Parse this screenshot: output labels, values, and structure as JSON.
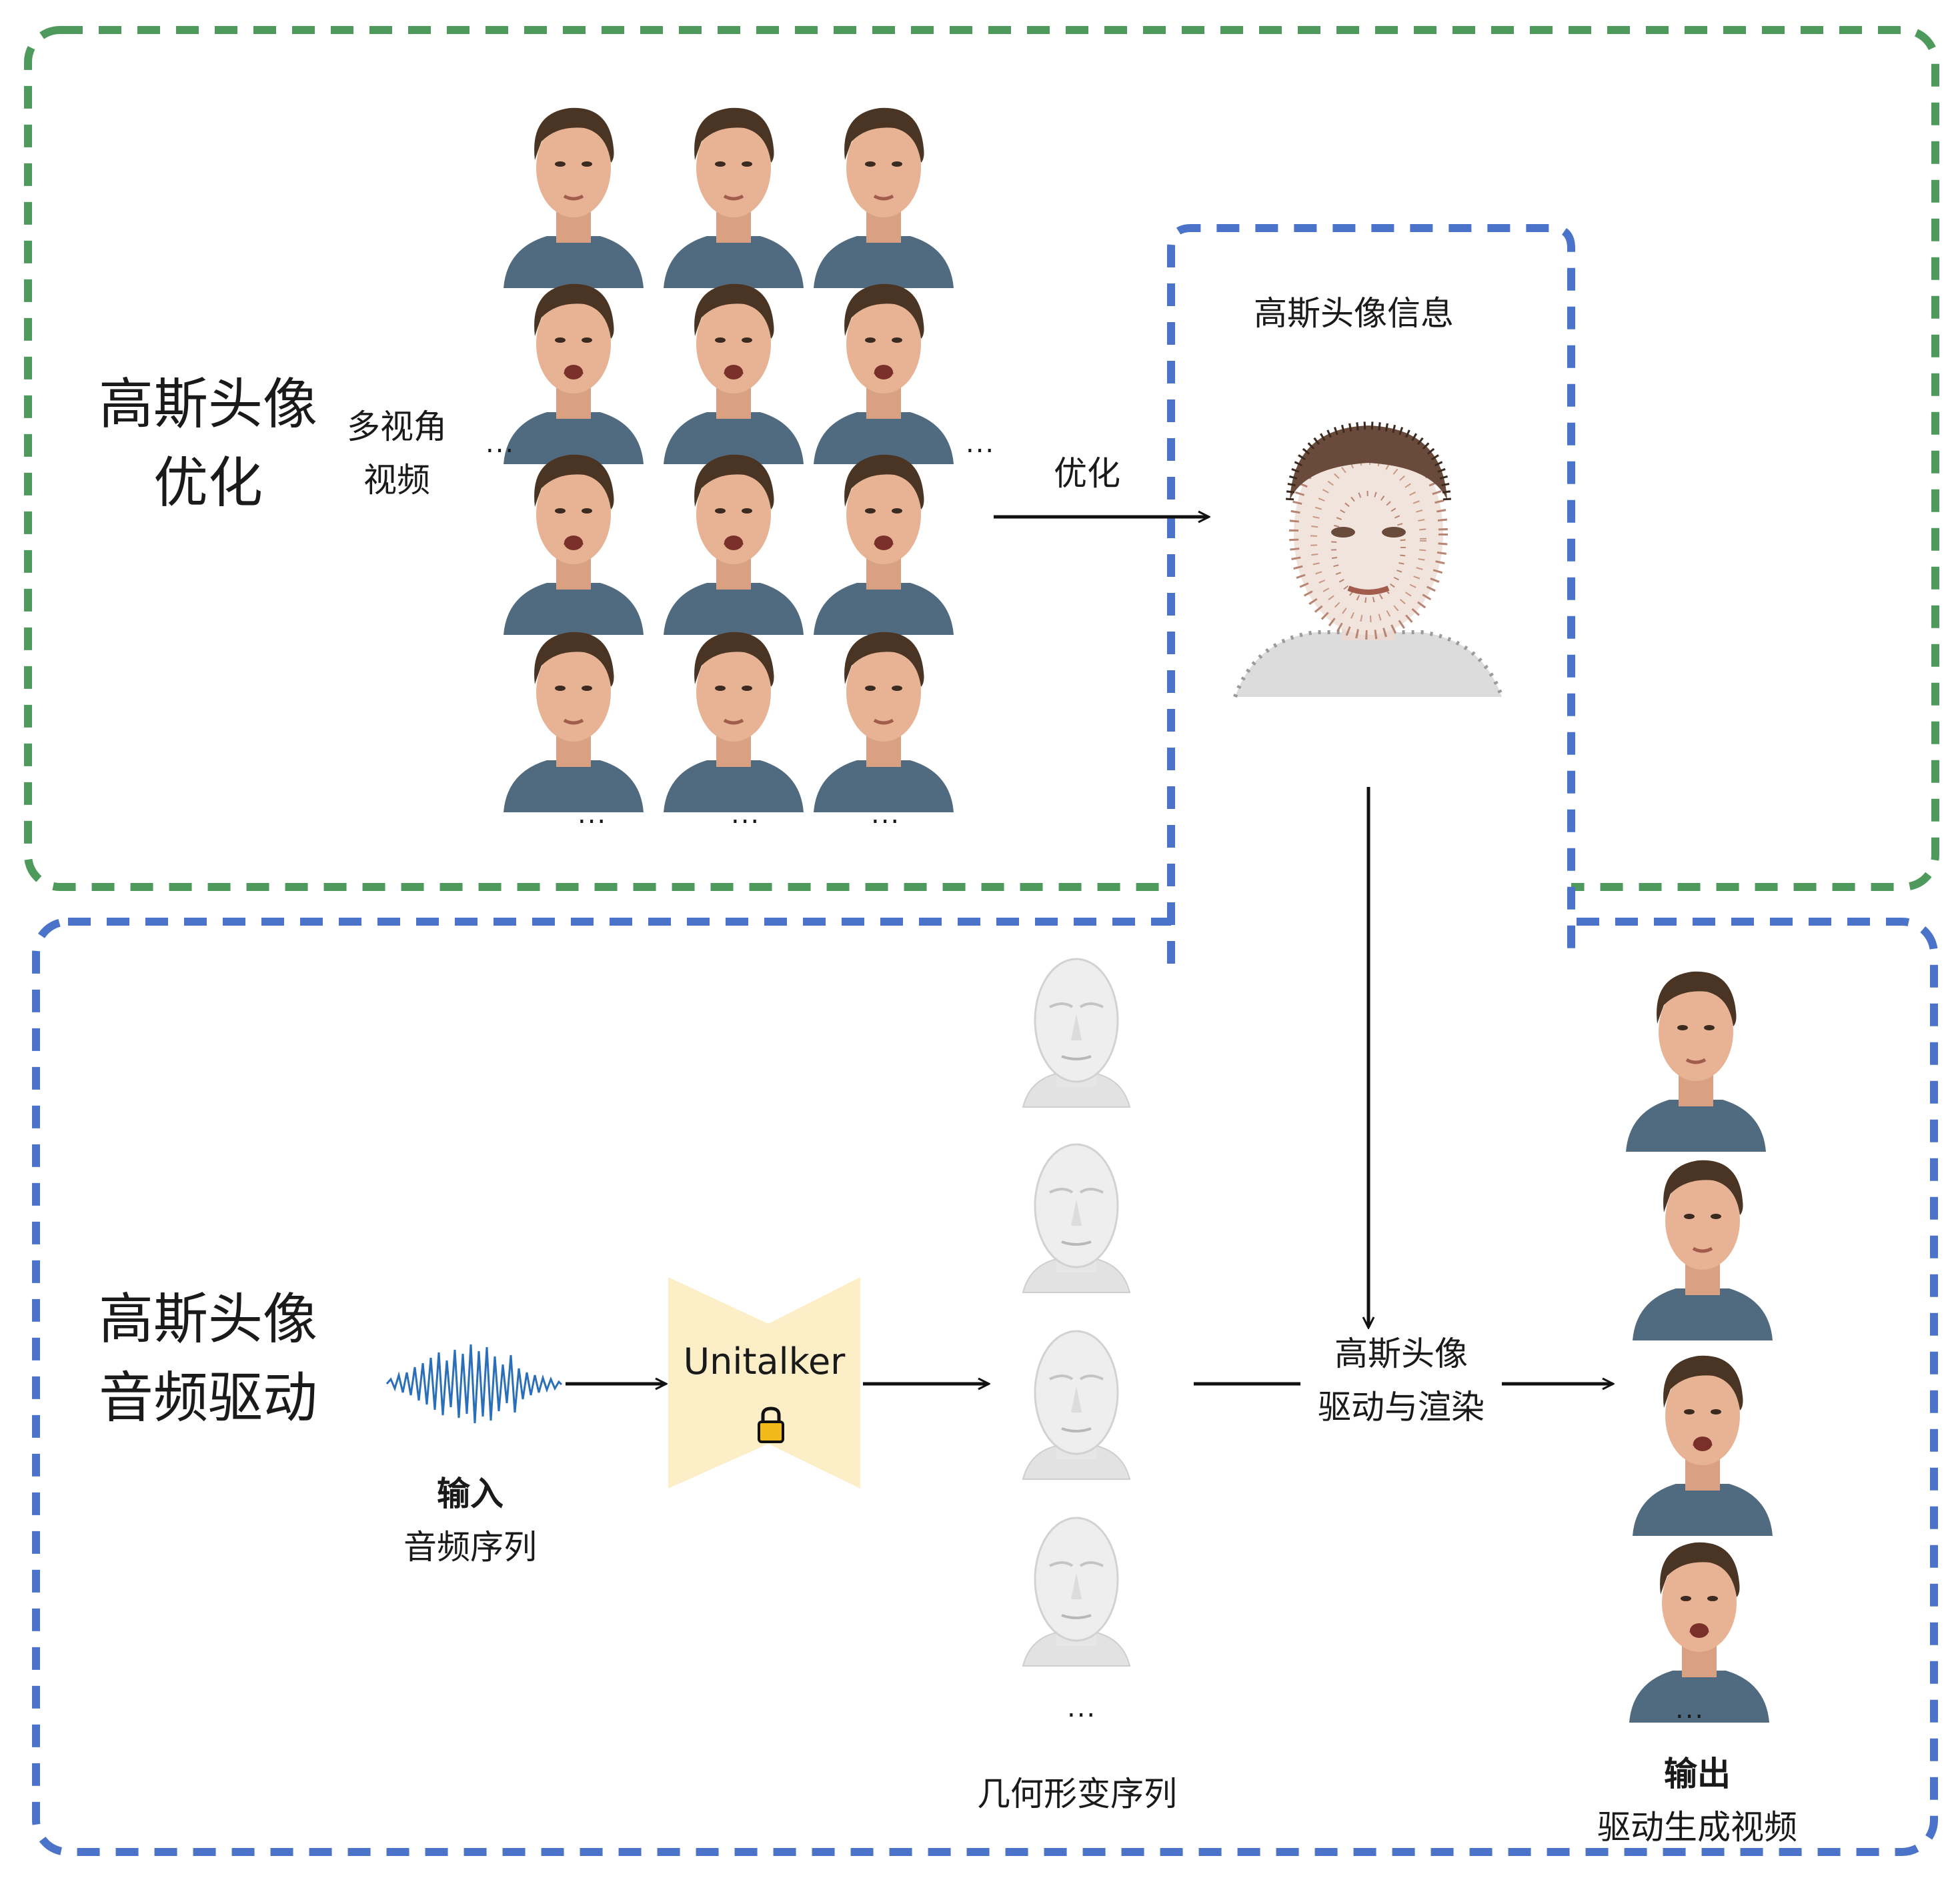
{
  "colors": {
    "green_frame": "#4e9a5c",
    "blue_frame": "#4a73c9",
    "unitalker_fill": "#fcefc8",
    "lock": "#f2b91a",
    "wave": "#2a6fb8",
    "shirt": "#506a80",
    "hair": "#4a3524",
    "skin": "#e7b394",
    "mesh": "#e6e6e6"
  },
  "top_section": {
    "title_line1": "高斯头像",
    "title_line2": "优化",
    "input_line1": "多视角",
    "input_line2": "视频",
    "ellipsis": "...",
    "arrow_label": "优化",
    "avatar_info_title": "高斯头像信息"
  },
  "bottom_section": {
    "title_line1": "高斯头像",
    "title_line2": "音频驱动",
    "input_bold": "输入",
    "input_text": "音频序列",
    "model_name": "Unitalker",
    "model_icon": "lock-icon",
    "geometry_label": "几何形变序列",
    "render_line1": "高斯头像",
    "render_line2": "驱动与渲染",
    "output_bold": "输出",
    "output_text": "驱动生成视频",
    "ellipsis": "..."
  }
}
